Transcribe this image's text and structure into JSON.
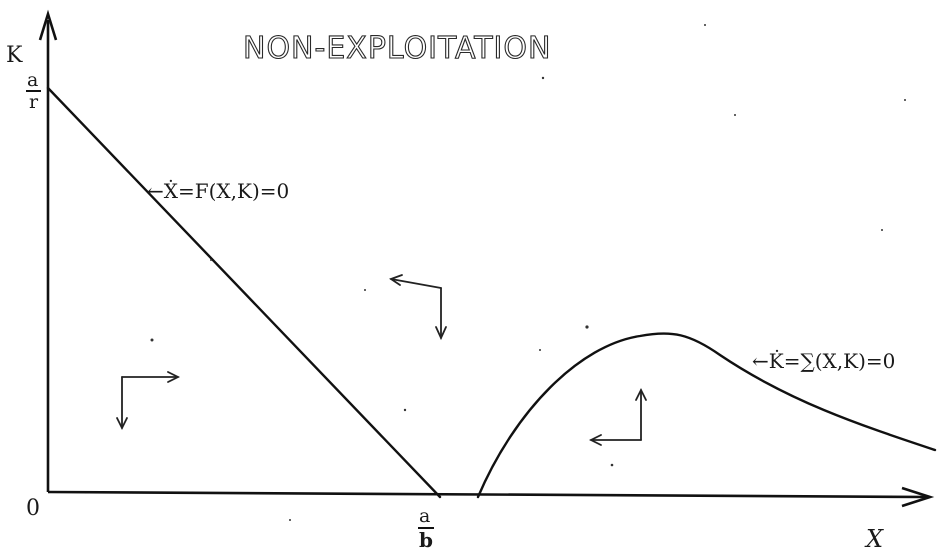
{
  "title": "NON-EXPLOITATION",
  "axes": {
    "y_label": "K",
    "x_label": "X",
    "origin": "0"
  },
  "ticks": {
    "y_intercept_num": "a",
    "y_intercept_den": "r",
    "x_intercept_num": "a",
    "x_intercept_den": "b"
  },
  "curves": {
    "x_isocline": "←Ẋ=F(X,K)=0",
    "k_isocline": "←K̇=∑(X,K)=0"
  }
}
